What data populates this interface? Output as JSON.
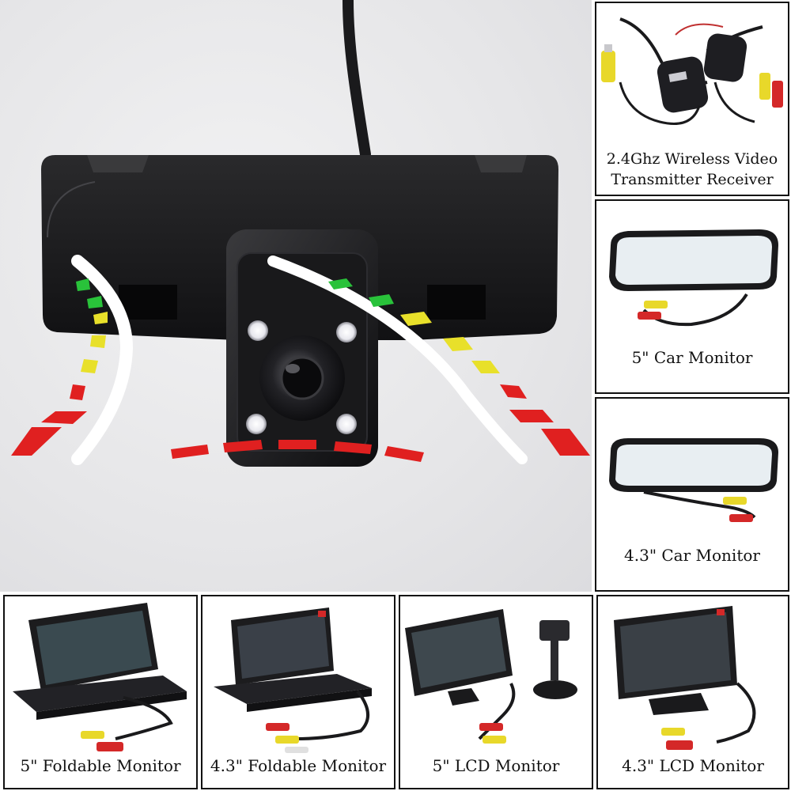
{
  "panels": {
    "wireless": {
      "line1": "2.4Ghz Wireless Video",
      "line2": "Transmitter Receiver"
    },
    "car_monitor_5": {
      "caption": "5\" Car Monitor"
    },
    "car_monitor_43": {
      "caption": "4.3\" Car Monitor"
    },
    "foldable_5": {
      "caption": "5\" Foldable Monitor"
    },
    "foldable_43": {
      "caption": "4.3\" Foldable Monitor"
    },
    "lcd_5": {
      "caption": "5\" LCD Monitor"
    },
    "lcd_43": {
      "caption": "4.3\" LCD Monitor"
    }
  },
  "colors": {
    "guide_red": "#e02020",
    "guide_yellow": "#e8e02a",
    "guide_green": "#29c23a",
    "guide_white": "#ffffff",
    "frame": "#111111"
  },
  "icons": [
    "camera-lens-icon",
    "led-icon",
    "cable-icon",
    "rca-plug-icon"
  ]
}
